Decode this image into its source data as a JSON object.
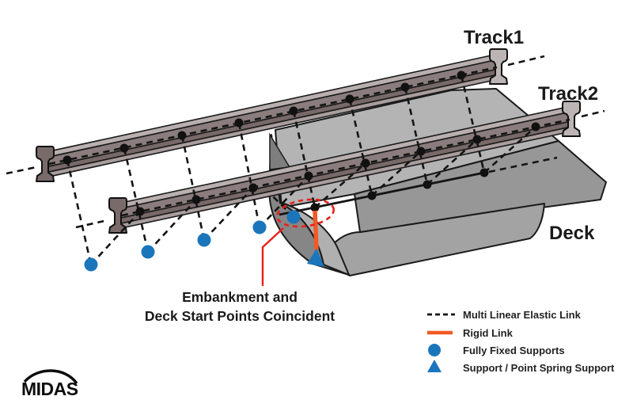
{
  "labels": {
    "track1": "Track1",
    "track2": "Track2",
    "deck": "Deck"
  },
  "annotation": {
    "line1": "Embankment and",
    "line2": "Deck Start Points Coincident"
  },
  "legend": {
    "items": [
      {
        "symbol": "dashed-line",
        "label": "Multi Linear Elastic Link"
      },
      {
        "symbol": "solid-orange-line",
        "label": "Rigid Link"
      },
      {
        "symbol": "blue-circle",
        "label": "Fully Fixed Supports"
      },
      {
        "symbol": "blue-triangle",
        "label": "Support / Point Spring Support"
      }
    ]
  },
  "logo": {
    "text": "MIDAS"
  },
  "colors": {
    "support_blue": "#1b75bb",
    "rigid_link_orange": "#f15a24",
    "annotation_red": "#e8201a",
    "link_black": "#141414",
    "deck_top_gray": "#b4b4b4",
    "deck_side_gray": "#979797",
    "girder_gray": "#a3a3a3",
    "rail_head_gray": "#8b7d7d",
    "rail_top_light": "#b9afaf"
  }
}
